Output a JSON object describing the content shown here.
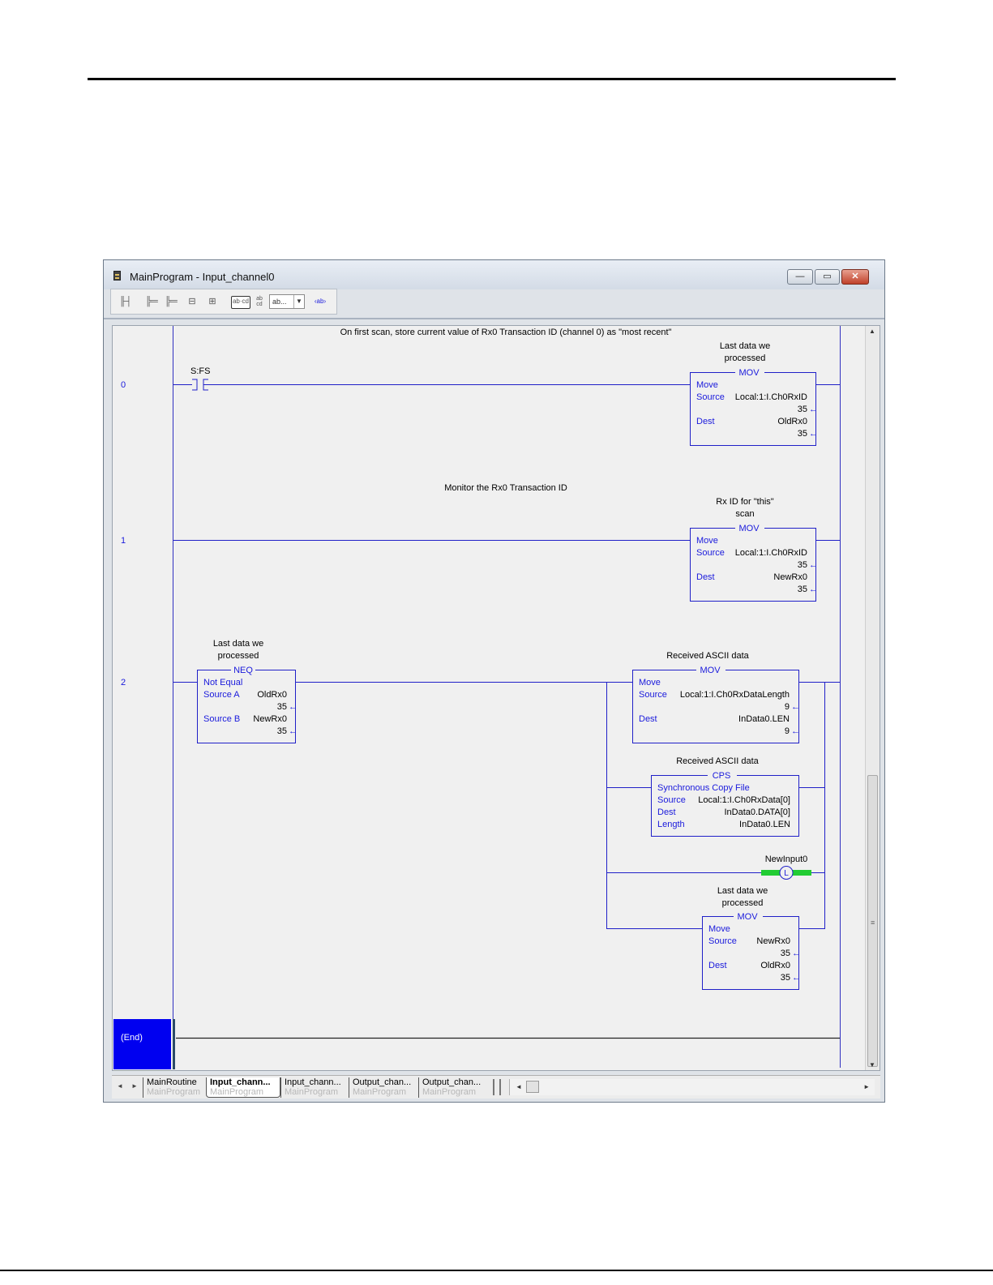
{
  "window": {
    "title": "MainProgram - Input_channel0",
    "min_symbol": "—",
    "max_symbol": "▭",
    "close_symbol": "✕"
  },
  "toolbar": {
    "dropdown_value": "ab..."
  },
  "rung_comments": {
    "rung0": "On first scan, store current value of Rx0 Transaction ID (channel 0) as \"most recent\"",
    "rung1": "Monitor the Rx0 Transaction ID"
  },
  "rungs": [
    {
      "number": "0",
      "contact": {
        "tag": "S:FS"
      },
      "mov": {
        "desc_line1": "Last data we",
        "desc_line2": "processed",
        "type": "MOV",
        "name": "Move",
        "source_label": "Source",
        "source_tag": "Local:1:I.Ch0RxID",
        "source_value": "35",
        "dest_label": "Dest",
        "dest_tag": "OldRx0",
        "dest_value": "35"
      }
    },
    {
      "number": "1",
      "mov": {
        "desc_line1": "Rx ID for \"this\"",
        "desc_line2": "scan",
        "type": "MOV",
        "name": "Move",
        "source_label": "Source",
        "source_tag": "Local:1:I.Ch0RxID",
        "source_value": "35",
        "dest_label": "Dest",
        "dest_tag": "NewRx0",
        "dest_value": "35"
      }
    },
    {
      "number": "2",
      "neq": {
        "desc_line1": "Last data we",
        "desc_line2": "processed",
        "type": "NEQ",
        "name": "Not Equal",
        "a_label": "Source A",
        "a_tag": "OldRx0",
        "a_value": "35",
        "b_label": "Source B",
        "b_tag": "NewRx0",
        "b_value": "35"
      },
      "mov_len": {
        "desc": "Received ASCII data",
        "type": "MOV",
        "name": "Move",
        "source_label": "Source",
        "source_tag": "Local:1:I.Ch0RxDataLength",
        "source_value": "9",
        "dest_label": "Dest",
        "dest_tag": "InData0.LEN",
        "dest_value": "9"
      },
      "cps": {
        "desc": "Received ASCII data",
        "type": "CPS",
        "name": "Synchronous Copy File",
        "source_label": "Source",
        "source_tag": "Local:1:I.Ch0RxData[0]",
        "dest_label": "Dest",
        "dest_tag": "InData0.DATA[0]",
        "length_label": "Length",
        "length_tag": "InData0.LEN"
      },
      "coil": {
        "tag": "NewInput0",
        "symbol": "L"
      },
      "mov_old": {
        "desc_line1": "Last data we",
        "desc_line2": "processed",
        "type": "MOV",
        "name": "Move",
        "source_label": "Source",
        "source_tag": "NewRx0",
        "source_value": "35",
        "dest_label": "Dest",
        "dest_tag": "OldRx0",
        "dest_value": "35"
      }
    }
  ],
  "end_label": "(End)",
  "tabs": [
    {
      "routine": "MainRoutine",
      "program": "MainProgram",
      "active": false
    },
    {
      "routine": "Input_chann...",
      "program": "MainProgram",
      "active": true
    },
    {
      "routine": "Input_chann...",
      "program": "MainProgram",
      "active": false
    },
    {
      "routine": "Output_chan...",
      "program": "MainProgram",
      "active": false
    },
    {
      "routine": "Output_chan...",
      "program": "MainProgram",
      "active": false
    }
  ],
  "colors": {
    "ladder_blue": "#1a1adc",
    "rail_blue": "#2020c8",
    "coil_green": "#22cc33",
    "end_blue": "#0000f0"
  }
}
